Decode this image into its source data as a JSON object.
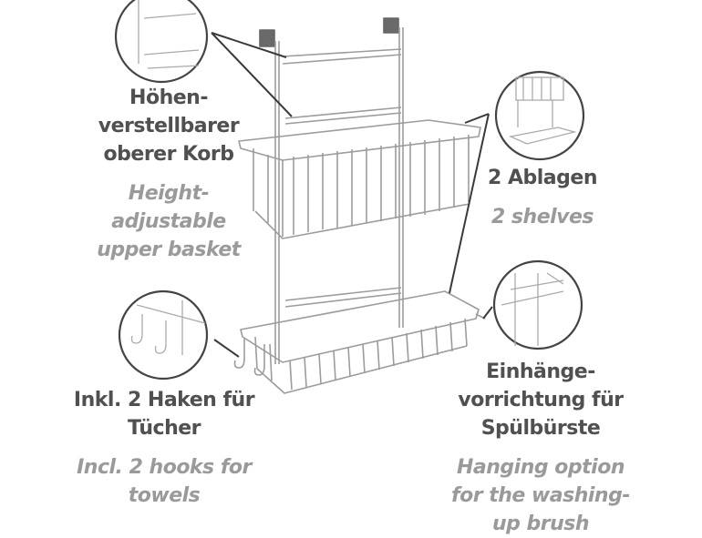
{
  "features": [
    {
      "id": "upper-basket",
      "de_lines": [
        "Höhen-",
        "verstellbarer",
        "oberer Korb"
      ],
      "en_lines": [
        "Height-",
        "adjustable",
        "upper basket"
      ]
    },
    {
      "id": "shelves",
      "de_lines": [
        "2 Ablagen"
      ],
      "en_lines": [
        "2 shelves"
      ]
    },
    {
      "id": "hooks",
      "de_lines": [
        "Inkl. 2 Haken für",
        "Tücher"
      ],
      "en_lines": [
        "Incl. 2 hooks for",
        "towels"
      ]
    },
    {
      "id": "brush-holder",
      "de_lines": [
        "Einhänge-",
        "vorrichtung für",
        "Spülbürste"
      ],
      "en_lines": [
        "Hanging option",
        "for the washing-",
        "up brush"
      ]
    }
  ],
  "colors": {
    "german_text": "#505050",
    "english_text": "#9a9a9a",
    "callout_line": "#3a3a3a",
    "wire": "#9c9c9c"
  }
}
